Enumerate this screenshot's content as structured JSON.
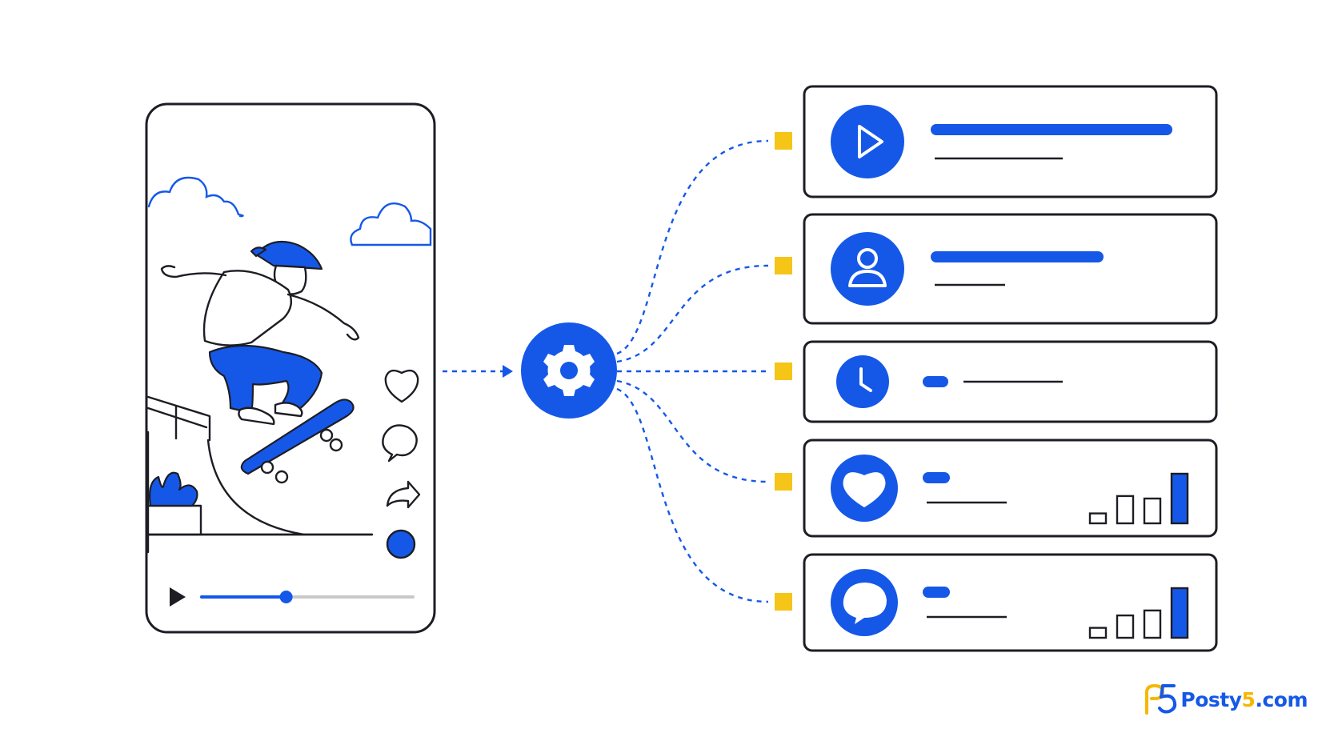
{
  "colors": {
    "accent_blue": "#1558e8",
    "connector_yellow": "#f5c518",
    "ink": "#1d1d24",
    "inactive_track": "#c9c9c9"
  },
  "phone": {
    "progress": 0.4,
    "action_icons": [
      "heart-icon",
      "comment-icon",
      "share-icon",
      "record-dot"
    ],
    "play_icon": "play-icon"
  },
  "hub": {
    "icon": "gear-icon"
  },
  "cards": [
    {
      "icon": "play-icon",
      "bars": null
    },
    {
      "icon": "user-icon",
      "bars": null
    },
    {
      "icon": "clock-icon",
      "bars": null
    },
    {
      "icon": "heart-icon",
      "bars": [
        0.2,
        0.55,
        0.5,
        1.0
      ]
    },
    {
      "icon": "comment-icon",
      "bars": [
        0.2,
        0.45,
        0.55,
        1.0
      ]
    }
  ],
  "brand": {
    "name": "Posty",
    "digit": "5",
    "tld": ".com",
    "logo_icon": "p5-logo-icon"
  }
}
